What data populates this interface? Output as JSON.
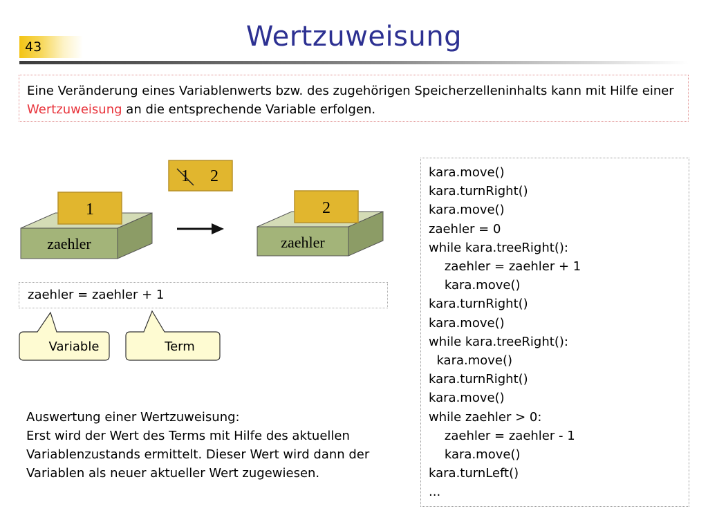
{
  "slide": {
    "number": "43",
    "title": "Wertzuweisung"
  },
  "intro": {
    "before": "Eine Veränderung eines Variablenwerts bzw. des zugehörigen Speicherzelleninhalts kann mit Hilfe einer ",
    "highlight": "Wertzuweisung",
    "after": " an die entsprechende Variable erfolgen."
  },
  "diagram": {
    "old_value": "1",
    "new_value": "2",
    "incoming_old": "1",
    "incoming_new": "2",
    "box_label_left": "zaehler",
    "box_label_right": "zaehler"
  },
  "assignment_expression": "zaehler = zaehler + 1",
  "callouts": {
    "variable": "Variable",
    "term": "Term"
  },
  "explanation": {
    "heading": "Auswertung einer Wertzuweisung:",
    "text": "Erst wird der Wert des Terms mit Hilfe des aktuellen Variablenzustands ermittelt. Dieser Wert wird dann der Variablen als neuer aktueller Wert zugewiesen."
  },
  "code": [
    "kara.move()",
    "kara.turnRight()",
    "kara.move()",
    "zaehler = 0",
    "while kara.treeRight():",
    "    zaehler = zaehler + 1",
    "    kara.move()",
    "kara.turnRight()",
    "kara.move()",
    "while kara.treeRight():",
    "  kara.move()",
    "kara.turnRight()",
    "kara.move()",
    "while zaehler > 0:",
    "    zaehler = zaehler - 1",
    "    kara.move()",
    "kara.turnLeft()",
    "..."
  ],
  "colors": {
    "title": "#2d3192",
    "highlight": "#e8343c",
    "card": "#e1b62e",
    "box_front": "#a3b479",
    "callout": "#fefbd2"
  }
}
